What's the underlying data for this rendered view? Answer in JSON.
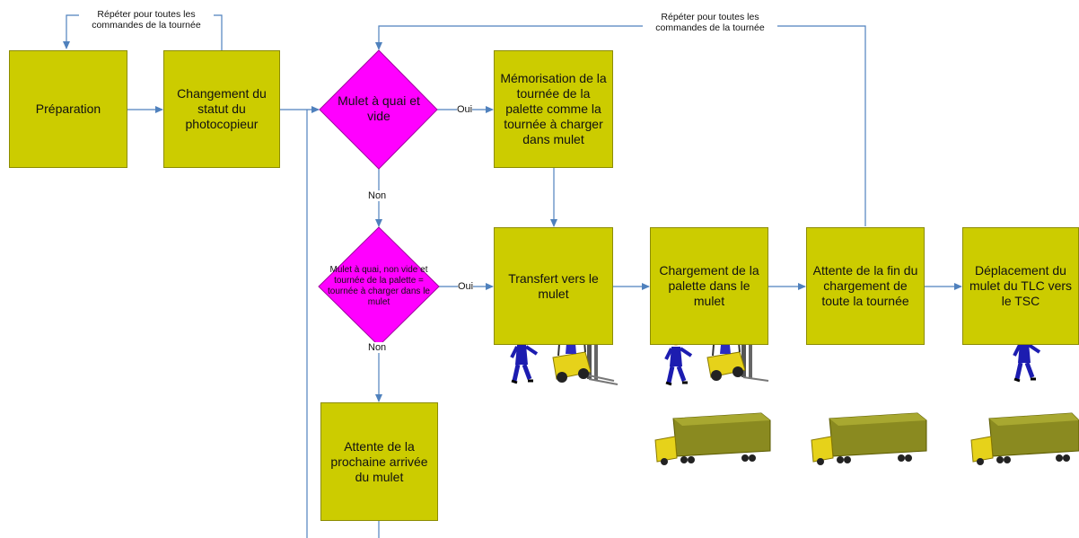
{
  "colors": {
    "box": "#cccc00",
    "diamond": "#ff00ff",
    "arrow": "#4f81bd"
  },
  "notes": {
    "repeat_left": "Répéter pour toutes les commandes de la tournée",
    "repeat_top": "Répéter pour toutes les commandes de la tournée"
  },
  "nodes": {
    "preparation": "Préparation",
    "changement": "Changement du statut du photocopieur",
    "decision1": "Mulet à quai et vide",
    "memorisation": "Mémorisation de la tournée de la palette comme la tournée à charger dans mulet",
    "decision2": "Mulet à quai, non vide et tournée de la palette = tournée à charger dans le mulet",
    "transfert": "Transfert vers le mulet",
    "chargement": "Chargement de la palette dans le mulet",
    "attente_fin": "Attente de la fin du chargement de toute la tournée",
    "deplacement": "Déplacement du mulet du TLC vers le TSC",
    "attente_arrivee": "Attente de la prochaine arrivée du mulet"
  },
  "edge_labels": {
    "oui1": "Oui",
    "non1": "Non",
    "oui2": "Oui",
    "non2": "Non"
  },
  "icons": [
    "worker-icon",
    "forklift-icon",
    "truck-icon"
  ]
}
